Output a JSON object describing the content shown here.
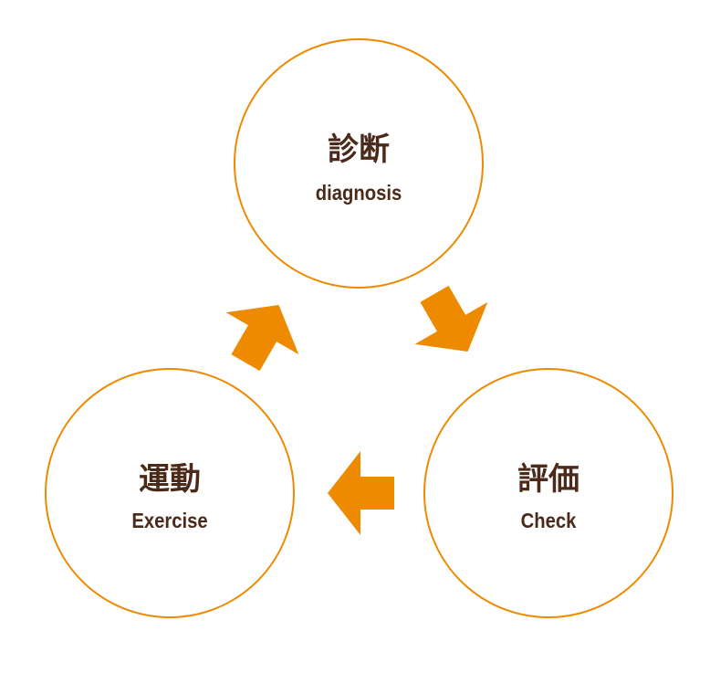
{
  "nodes": [
    {
      "title": "診断",
      "subtitle": "diagnosis"
    },
    {
      "title": "評価",
      "subtitle": "Check"
    },
    {
      "title": "運動",
      "subtitle": "Exercise"
    }
  ],
  "colors": {
    "accent": "#ee8a00",
    "text": "#4b2a1a"
  }
}
